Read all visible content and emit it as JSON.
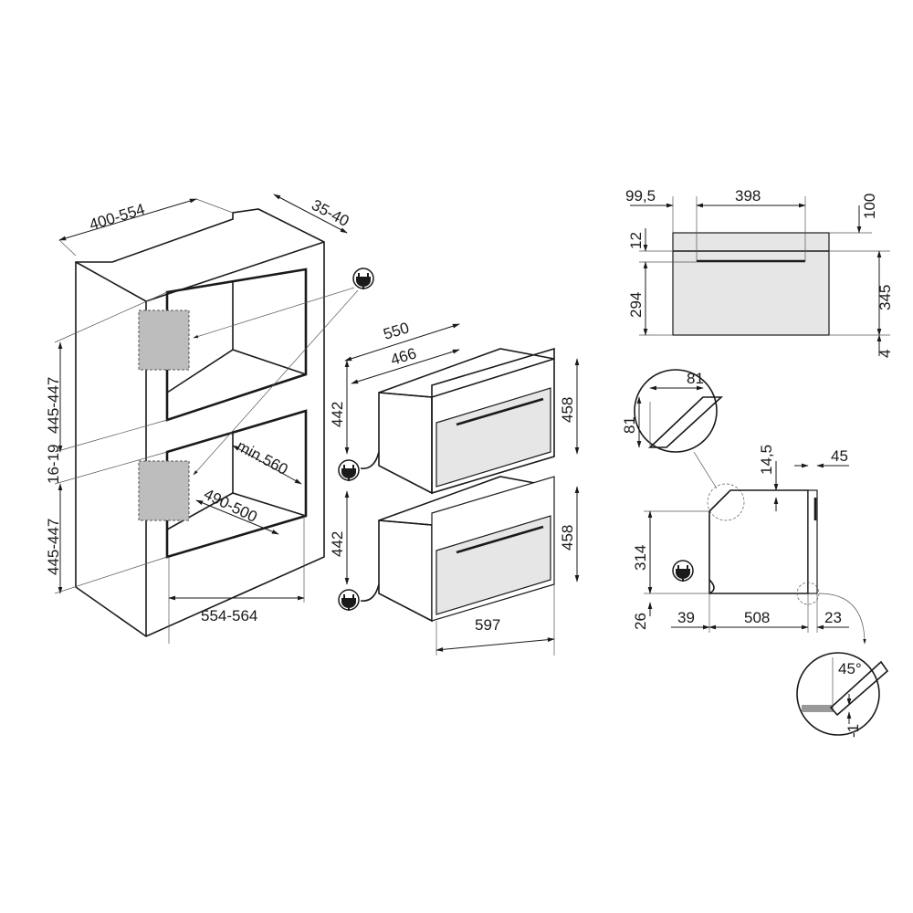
{
  "cabinet": {
    "depth": "400-554",
    "step": "35-40",
    "upper_height": "445-447",
    "gap": "16-19",
    "lower_height": "445-447",
    "min_depth": "min.560",
    "inner_depth": "490-500",
    "width": "554-564"
  },
  "ovens": {
    "depth_total": "550",
    "depth_body": "466",
    "upper_body_height": "442",
    "upper_front_height": "458",
    "lower_body_height": "442",
    "lower_front_height": "458",
    "width": "597"
  },
  "front_view": {
    "left_offset": "99,5",
    "handle_width": "398",
    "top_margin": "100",
    "handle_gap": "12",
    "body_height": "294",
    "front_height": "345",
    "bottom_margin": "4"
  },
  "side_view": {
    "chamfer_w": "81",
    "chamfer_h": "81",
    "top_gap": "14,5",
    "front_thickness": "45",
    "height": "314",
    "foot": "26",
    "rear_offset": "39",
    "depth": "508",
    "front_offset": "23",
    "angle": "45°",
    "tolerance": "-1"
  },
  "icons": [
    "power-plug-icon"
  ]
}
